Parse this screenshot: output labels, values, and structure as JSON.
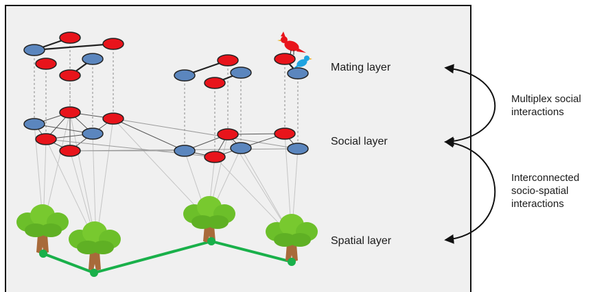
{
  "layers": {
    "mating": "Mating layer",
    "social": "Social layer",
    "spatial": "Spatial layer"
  },
  "annotations": {
    "multiplex_line1": "Multiplex social",
    "multiplex_line2": "interactions",
    "interconnected_line1": "Interconnected",
    "interconnected_line2": "socio-spatial",
    "interconnected_line3": "interactions"
  },
  "colors": {
    "panel_background": "#f0f0f0",
    "panel_border": "#111111",
    "node_red": "#e8141b",
    "node_blue": "#5b86be",
    "node_outline": "#222222",
    "spatial_link": "#19b04a",
    "tree_canopy": "#6cbf2a",
    "tree_trunk": "#a86a3a",
    "bird_red": "#e8141b",
    "bird_blue": "#1fa3e0"
  },
  "icons": [
    "bird-icon",
    "tree-icon",
    "curved-arrow-icon"
  ]
}
